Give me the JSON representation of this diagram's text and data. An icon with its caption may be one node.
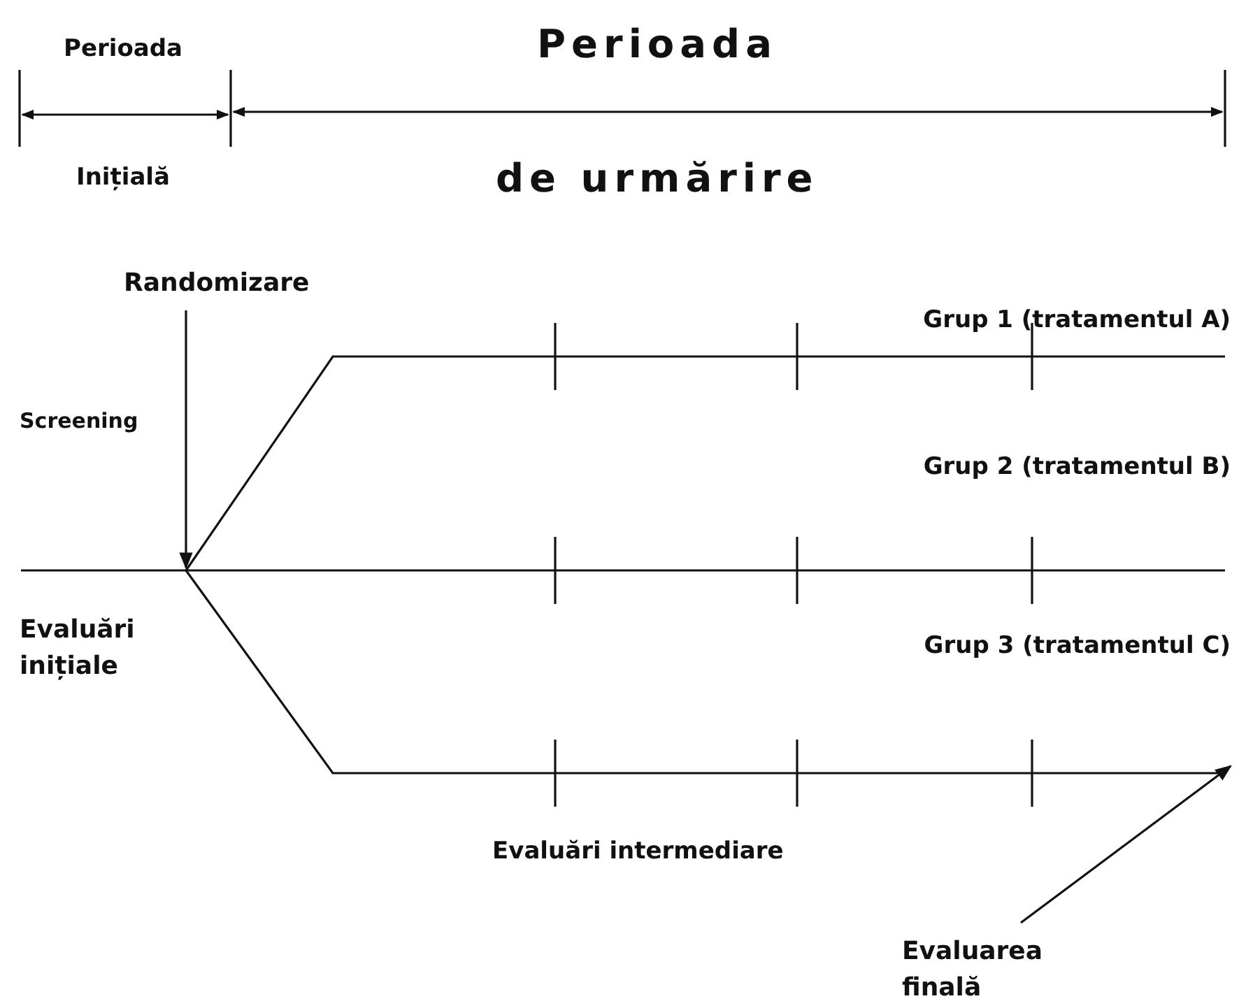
{
  "diagram": {
    "nodes": [
      {
        "text": [
          "Randomizare"
        ]
      },
      {
        "text": [
          "Evaluarea finală"
        ]
      }
    ],
    "edges": [
      {
        "from": 0,
        "to": null,
        "arrow": "to"
      },
      {
        "from": 1,
        "to": null,
        "arrow": "to"
      }
    ],
    "labels": [
      "Perioada",
      "Inițială",
      "Perioada",
      "de urmărire",
      "Screening",
      "Evaluări inițiale",
      "Grup 1 (tratamentul A)",
      "Grup 2 (tratamentul B)",
      "Grup 3 (tratamentul C)",
      "Evaluări intermediare"
    ]
  }
}
